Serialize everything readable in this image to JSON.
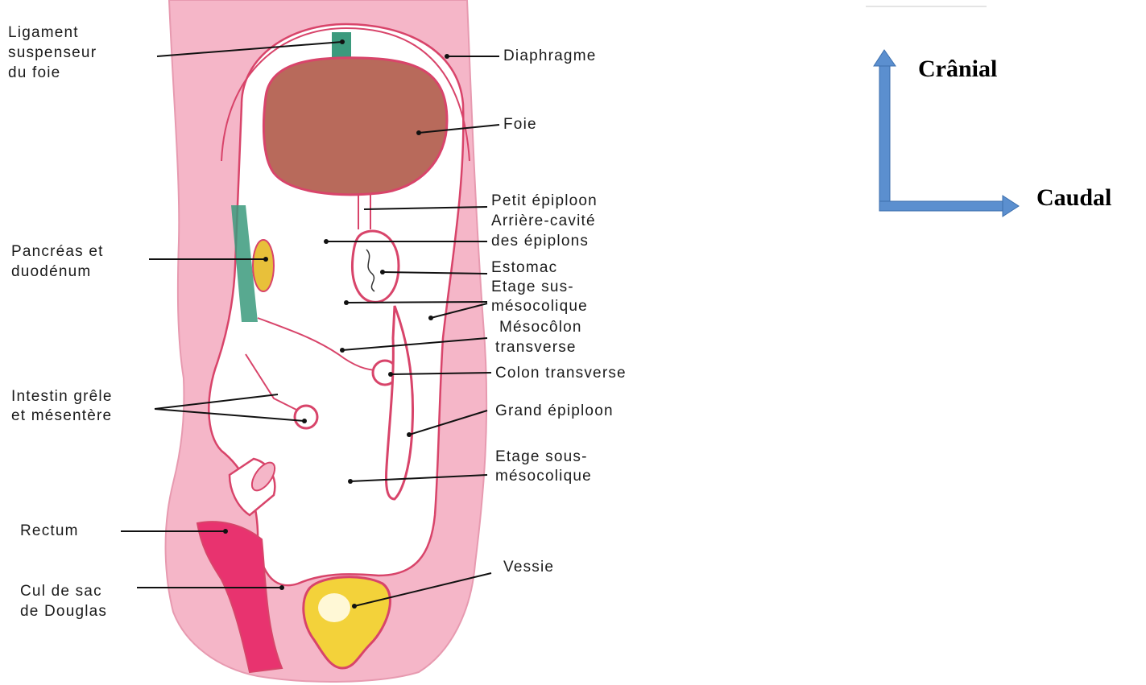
{
  "labels": {
    "ligament": [
      "Ligament",
      "suspenseur",
      "du foie"
    ],
    "diaphragme": "Diaphragme",
    "foie": "Foie",
    "petit_epiploon": "Petit épiploon",
    "arriere_cavite": [
      "Arrière-cavité",
      "des épiplons"
    ],
    "pancreas": [
      "Pancréas et",
      "duodénum"
    ],
    "estomac": "Estomac",
    "etage_sus": [
      "Etage sus-",
      "mésocolique"
    ],
    "mesocolon": [
      "Mésocôlon",
      "transverse"
    ],
    "colon_transverse": "Colon transverse",
    "intestin": [
      "Intestin grêle",
      "et mésentère"
    ],
    "grand_epiploon": "Grand épiploon",
    "etage_sous": [
      "Etage sous-",
      "mésocolique"
    ],
    "rectum": "Rectum",
    "cul_de_sac": [
      "Cul de sac",
      "de Douglas"
    ],
    "vessie": "Vessie"
  },
  "orientation": {
    "cranial": "Crânial",
    "caudal": "Caudal"
  },
  "colors": {
    "body": "#f5b6c8",
    "peritoneum_line": "#d8446a",
    "liver": "#b86a5b",
    "pancreas": "#e8c03a",
    "rectum": "#e8336f",
    "bladder": "#f3d23a",
    "ligament": "#3b9a7d",
    "arrow": "#5b8fcf"
  }
}
